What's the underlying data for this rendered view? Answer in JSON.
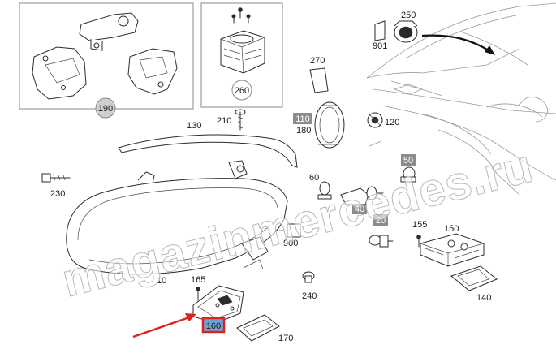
{
  "callouts": {
    "c250": "250",
    "c901": "901",
    "c270": "270",
    "c260": "260",
    "c190": "190",
    "c210": "210",
    "c130": "130",
    "c110": "110",
    "c180": "180",
    "c120": "120",
    "c230": "230",
    "c50": "50",
    "c40": "40",
    "c20": "20",
    "c155": "155",
    "c150": "150",
    "c900": "900",
    "c10": "10",
    "c165": "165",
    "c240": "240",
    "c140": "140",
    "c160": "160",
    "c170": "170",
    "c60": "60"
  },
  "watermark": "magazinmercedes.ru",
  "colors": {
    "highlight_box": "#8c8c8c",
    "selected_border": "#e0201c",
    "selected_fill": "#6fa4d2",
    "arrow": "#e0201c"
  },
  "selected_part": "160"
}
